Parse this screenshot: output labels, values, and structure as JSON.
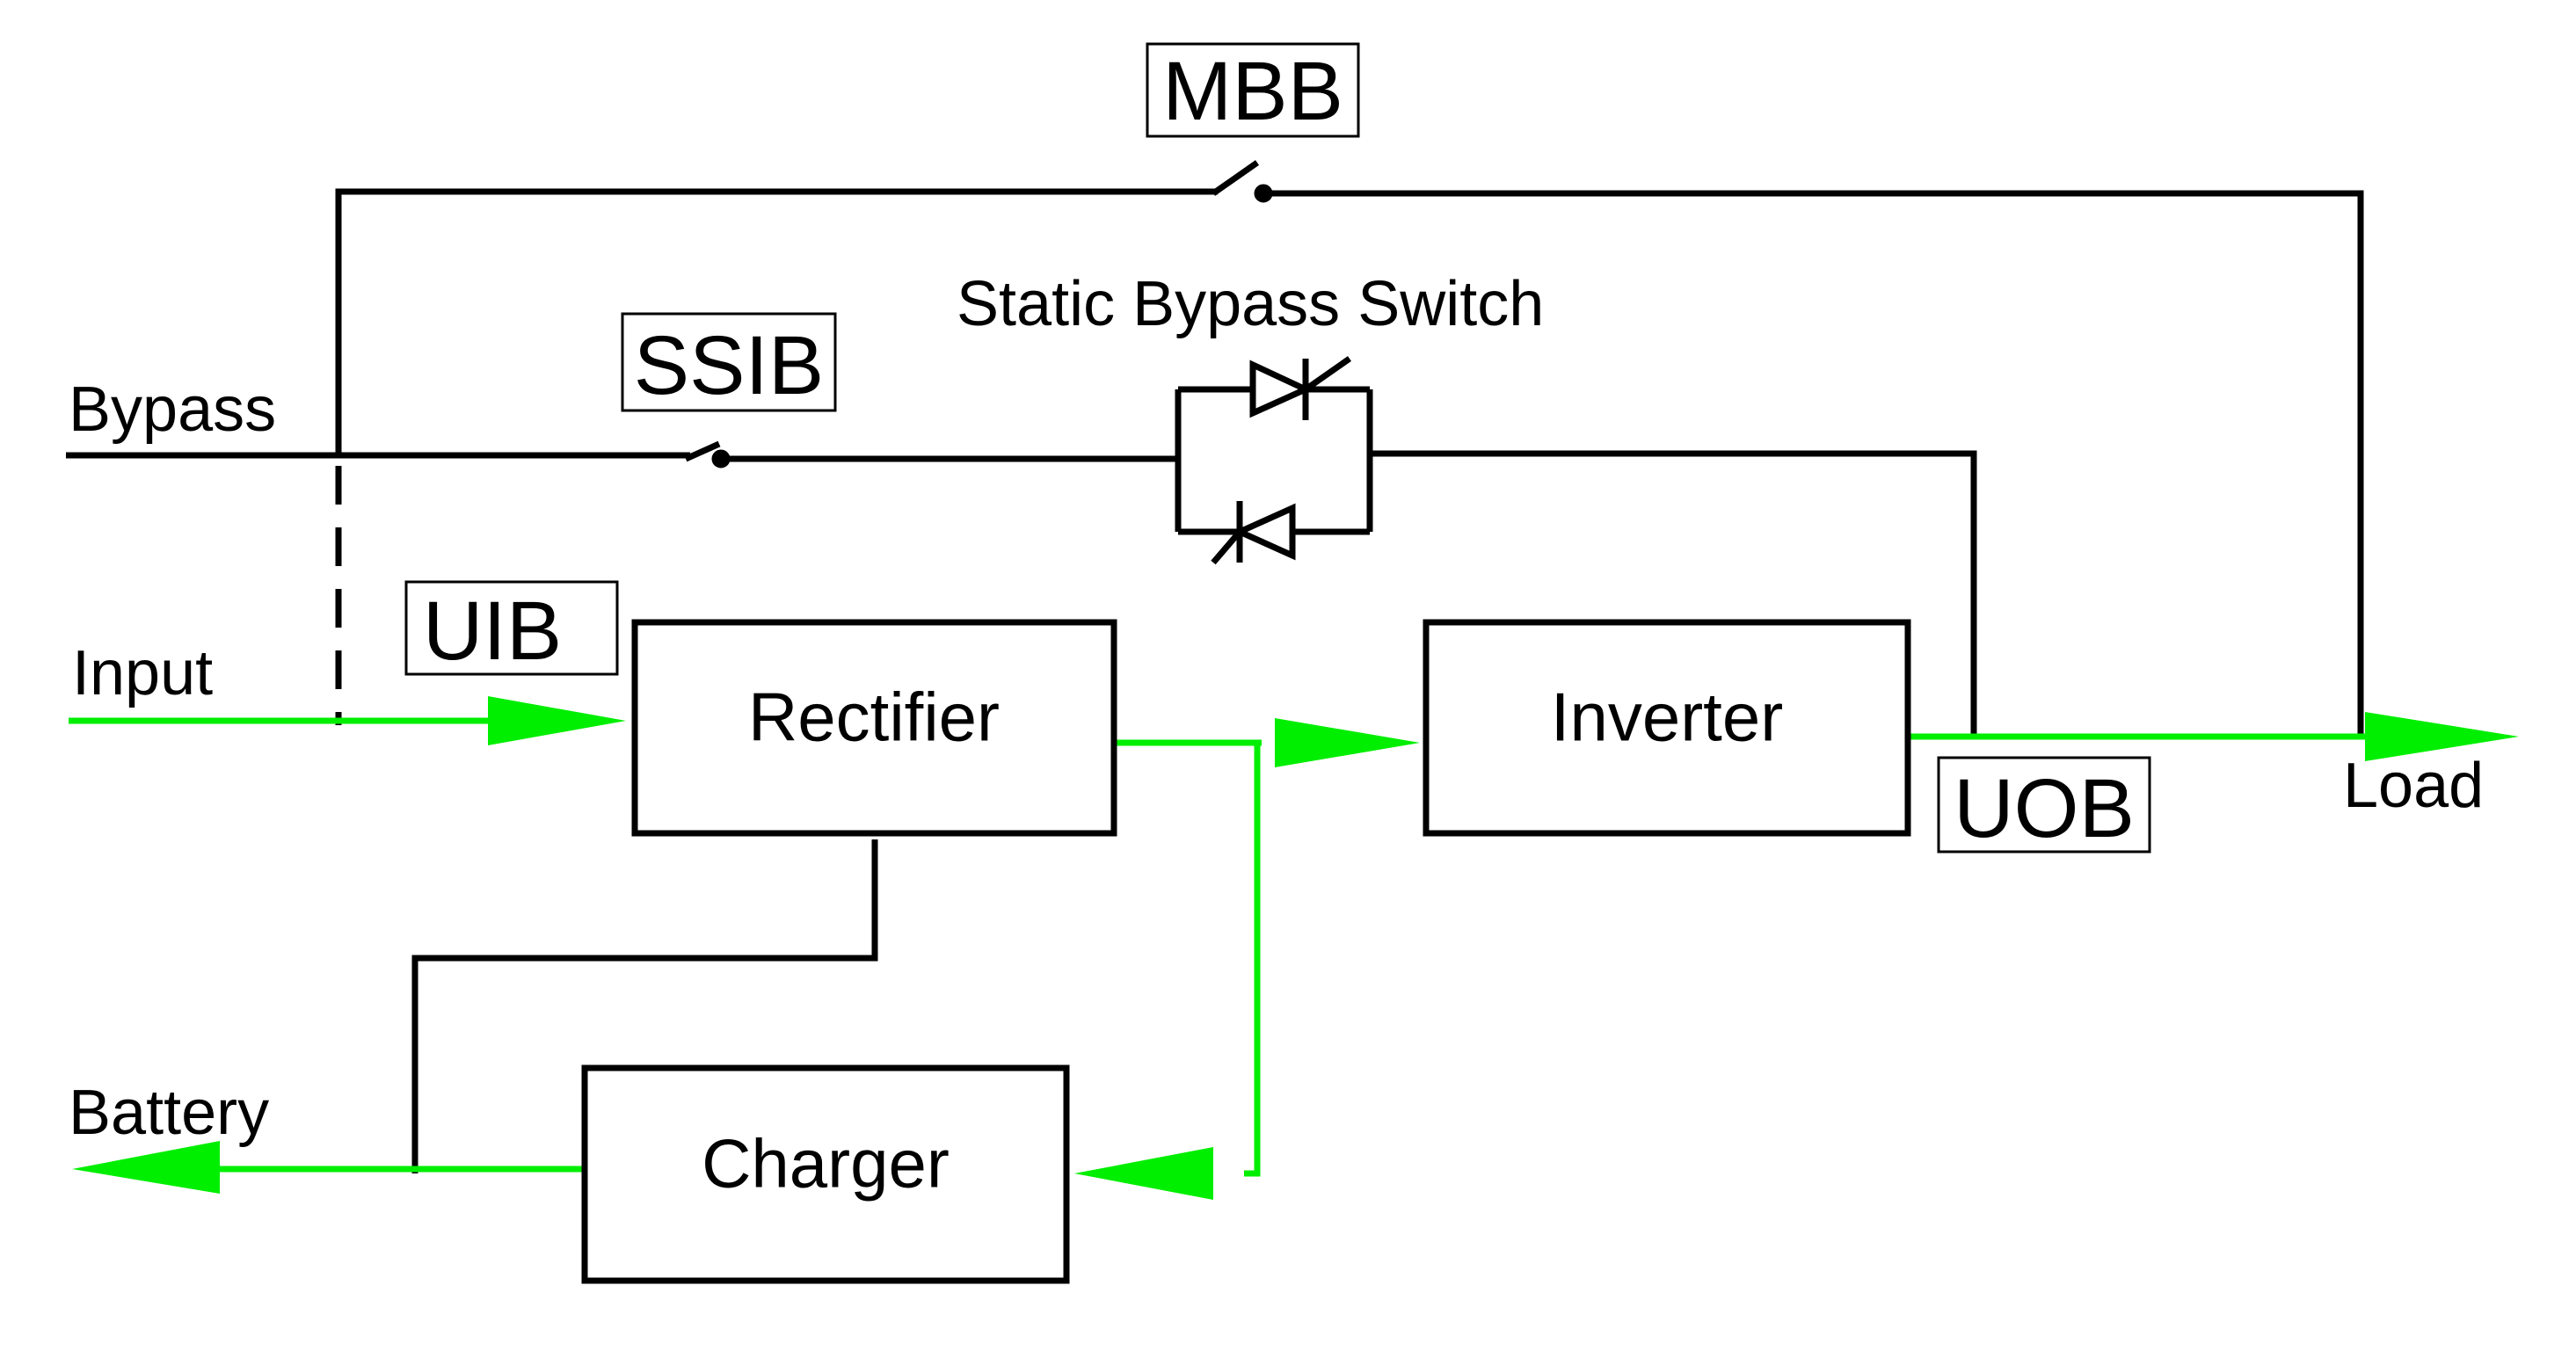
{
  "colors": {
    "power_flow": "#00ee00",
    "wire": "#000000",
    "background": "#ffffff"
  },
  "labels": {
    "bypass": "Bypass",
    "input": "Input",
    "battery": "Battery",
    "load": "Load",
    "static_bypass_switch": "Static Bypass Switch"
  },
  "breakers": {
    "mbb": "MBB",
    "ssib": "SSIB",
    "uib": "UIB",
    "uob": "UOB"
  },
  "blocks": {
    "rectifier": "Rectifier",
    "inverter": "Inverter",
    "charger": "Charger"
  }
}
